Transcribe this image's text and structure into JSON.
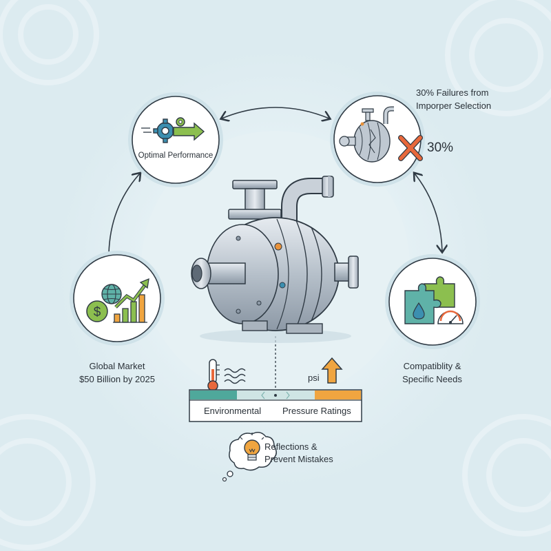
{
  "nodes": {
    "performance": {
      "label": "Optimal Performance"
    },
    "failures": {
      "line1": "30% Failures from",
      "line2": "Imporper Selection",
      "stat": "30%"
    },
    "market": {
      "line1": "Global Market",
      "line2": "$50 Billion by 2025"
    },
    "compatibility": {
      "line1": "Compatiblity &",
      "line2": "Specific Needs"
    }
  },
  "factors_bar": {
    "left_label": "Environmental",
    "right_label": "Pressure Ratings",
    "unit": "psi",
    "colors": {
      "left": "#4fa89b",
      "right": "#f0a540"
    }
  },
  "reflection": {
    "line1": "Reflections &",
    "line2": "Prevent Mistakes"
  },
  "icons": [
    "gear-icon",
    "arrow-right-icon",
    "pump-icon",
    "cross-icon",
    "dollar-icon",
    "globe-icon",
    "bar-chart-icon",
    "puzzle-icon",
    "water-drop-icon",
    "gauge-icon",
    "thermometer-icon",
    "water-waves-icon",
    "arrow-up-icon",
    "lightbulb-icon"
  ]
}
